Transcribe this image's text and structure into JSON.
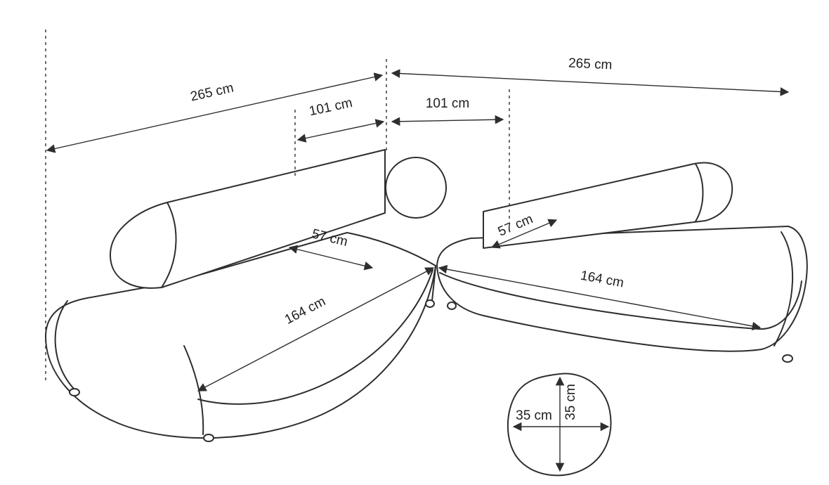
{
  "diagram": {
    "subject": "corner-sofa-dimension-drawing",
    "unit": "cm",
    "colors": {
      "line": "#2e2e2e",
      "text": "#1e1e1e",
      "background": "#ffffff"
    },
    "labels": {
      "overall_left": "265 cm",
      "overall_right": "265 cm",
      "corner_left": "101 cm",
      "corner_right": "101 cm",
      "depth_left": "57 cm",
      "depth_right": "57 cm",
      "seat_left": "164 cm",
      "seat_right": "164 cm",
      "pillow_width": "35 cm",
      "pillow_height": "35 cm"
    },
    "measurements": [
      {
        "name": "overall-width-left-side",
        "value": 265,
        "unit": "cm"
      },
      {
        "name": "overall-width-right-side",
        "value": 265,
        "unit": "cm"
      },
      {
        "name": "corner-section-left",
        "value": 101,
        "unit": "cm"
      },
      {
        "name": "corner-section-right",
        "value": 101,
        "unit": "cm"
      },
      {
        "name": "seat-depth-left",
        "value": 57,
        "unit": "cm"
      },
      {
        "name": "seat-depth-right",
        "value": 57,
        "unit": "cm"
      },
      {
        "name": "seat-length-left",
        "value": 164,
        "unit": "cm"
      },
      {
        "name": "seat-length-right",
        "value": 164,
        "unit": "cm"
      },
      {
        "name": "round-pillow-width",
        "value": 35,
        "unit": "cm"
      },
      {
        "name": "round-pillow-height",
        "value": 35,
        "unit": "cm"
      }
    ]
  }
}
